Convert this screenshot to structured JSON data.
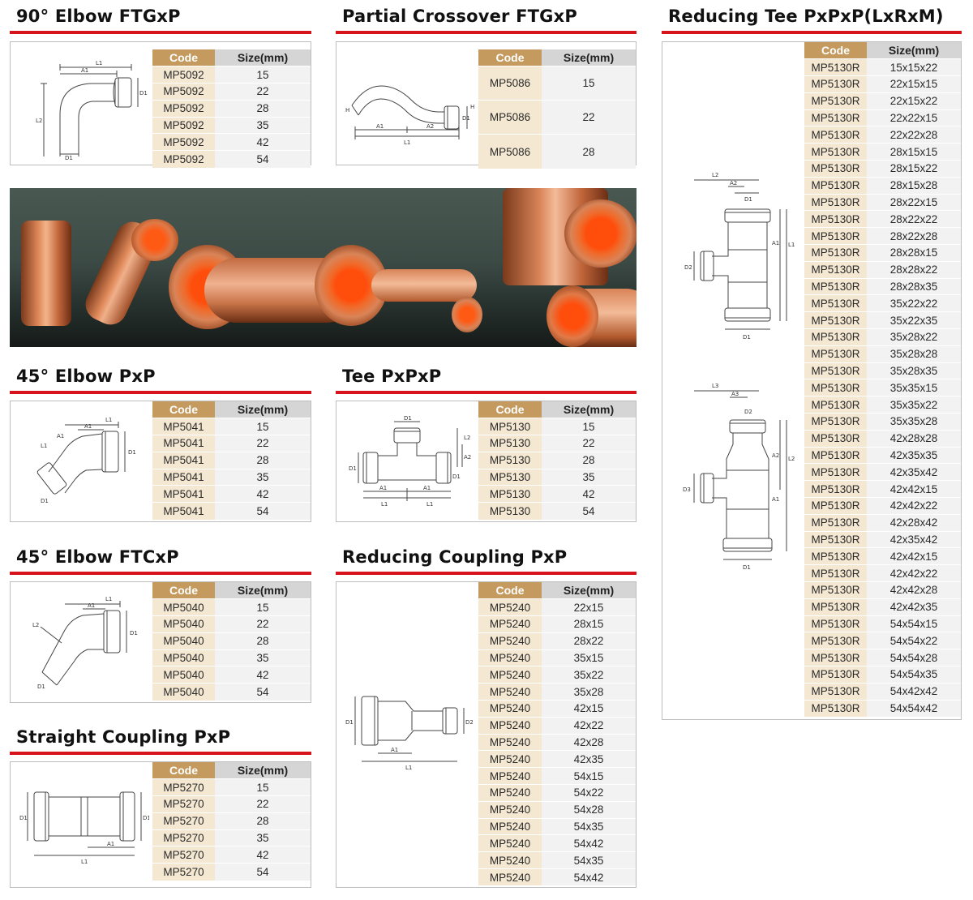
{
  "sections": {
    "elbow90": {
      "title": "90° Elbow FTGxP",
      "headers": {
        "code": "Code",
        "size": "Size(mm)"
      },
      "rows": [
        [
          "MP5092",
          "15"
        ],
        [
          "MP5092",
          "22"
        ],
        [
          "MP5092",
          "28"
        ],
        [
          "MP5092",
          "35"
        ],
        [
          "MP5092",
          "42"
        ],
        [
          "MP5092",
          "54"
        ]
      ]
    },
    "crossover": {
      "title": "Partial Crossover FTGxP",
      "headers": {
        "code": "Code",
        "size": "Size(mm)"
      },
      "rows": [
        [
          "MP5086",
          "15"
        ],
        [
          "MP5086",
          "22"
        ],
        [
          "MP5086",
          "28"
        ]
      ]
    },
    "elbow45pxp": {
      "title": "45° Elbow PxP",
      "headers": {
        "code": "Code",
        "size": "Size(mm)"
      },
      "rows": [
        [
          "MP5041",
          "15"
        ],
        [
          "MP5041",
          "22"
        ],
        [
          "MP5041",
          "28"
        ],
        [
          "MP5041",
          "35"
        ],
        [
          "MP5041",
          "42"
        ],
        [
          "MP5041",
          "54"
        ]
      ]
    },
    "teepxpxp": {
      "title": "Tee PxPxP",
      "headers": {
        "code": "Code",
        "size": "Size(mm)"
      },
      "rows": [
        [
          "MP5130",
          "15"
        ],
        [
          "MP5130",
          "22"
        ],
        [
          "MP5130",
          "28"
        ],
        [
          "MP5130",
          "35"
        ],
        [
          "MP5130",
          "42"
        ],
        [
          "MP5130",
          "54"
        ]
      ]
    },
    "elbow45ftc": {
      "title": "45° Elbow FTCxP",
      "headers": {
        "code": "Code",
        "size": "Size(mm)"
      },
      "rows": [
        [
          "MP5040",
          "15"
        ],
        [
          "MP5040",
          "22"
        ],
        [
          "MP5040",
          "28"
        ],
        [
          "MP5040",
          "35"
        ],
        [
          "MP5040",
          "42"
        ],
        [
          "MP5040",
          "54"
        ]
      ]
    },
    "redcoupling": {
      "title": "Reducing Coupling PxP",
      "headers": {
        "code": "Code",
        "size": "Size(mm)"
      },
      "rows": [
        [
          "MP5240",
          "22x15"
        ],
        [
          "MP5240",
          "28x15"
        ],
        [
          "MP5240",
          "28x22"
        ],
        [
          "MP5240",
          "35x15"
        ],
        [
          "MP5240",
          "35x22"
        ],
        [
          "MP5240",
          "35x28"
        ],
        [
          "MP5240",
          "42x15"
        ],
        [
          "MP5240",
          "42x22"
        ],
        [
          "MP5240",
          "42x28"
        ],
        [
          "MP5240",
          "42x35"
        ],
        [
          "MP5240",
          "54x15"
        ],
        [
          "MP5240",
          "54x22"
        ],
        [
          "MP5240",
          "54x28"
        ],
        [
          "MP5240",
          "54x35"
        ],
        [
          "MP5240",
          "54x42"
        ],
        [
          "MP5240",
          "54x35"
        ],
        [
          "MP5240",
          "54x42"
        ]
      ]
    },
    "straight": {
      "title": "Straight Coupling PxP",
      "headers": {
        "code": "Code",
        "size": "Size(mm)"
      },
      "rows": [
        [
          "MP5270",
          "15"
        ],
        [
          "MP5270",
          "22"
        ],
        [
          "MP5270",
          "28"
        ],
        [
          "MP5270",
          "35"
        ],
        [
          "MP5270",
          "42"
        ],
        [
          "MP5270",
          "54"
        ]
      ]
    },
    "redtee": {
      "title": "Reducing Tee PxPxP(LxRxM)",
      "headers": {
        "code": "Code",
        "size": "Size(mm)"
      },
      "rows": [
        [
          "MP5130R",
          "15x15x22"
        ],
        [
          "MP5130R",
          "22x15x15"
        ],
        [
          "MP5130R",
          "22x15x22"
        ],
        [
          "MP5130R",
          "22x22x15"
        ],
        [
          "MP5130R",
          "22x22x28"
        ],
        [
          "MP5130R",
          "28x15x15"
        ],
        [
          "MP5130R",
          "28x15x22"
        ],
        [
          "MP5130R",
          "28x15x28"
        ],
        [
          "MP5130R",
          "28x22x15"
        ],
        [
          "MP5130R",
          "28x22x22"
        ],
        [
          "MP5130R",
          "28x22x28"
        ],
        [
          "MP5130R",
          "28x28x15"
        ],
        [
          "MP5130R",
          "28x28x22"
        ],
        [
          "MP5130R",
          "28x28x35"
        ],
        [
          "MP5130R",
          "35x22x22"
        ],
        [
          "MP5130R",
          "35x22x35"
        ],
        [
          "MP5130R",
          "35x28x22"
        ],
        [
          "MP5130R",
          "35x28x28"
        ],
        [
          "MP5130R",
          "35x28x35"
        ],
        [
          "MP5130R",
          "35x35x15"
        ],
        [
          "MP5130R",
          "35x35x22"
        ],
        [
          "MP5130R",
          "35x35x28"
        ],
        [
          "MP5130R",
          "42x28x28"
        ],
        [
          "MP5130R",
          "42x35x35"
        ],
        [
          "MP5130R",
          "42x35x42"
        ],
        [
          "MP5130R",
          "42x42x15"
        ],
        [
          "MP5130R",
          "42x42x22"
        ],
        [
          "MP5130R",
          "42x28x42"
        ],
        [
          "MP5130R",
          "42x35x42"
        ],
        [
          "MP5130R",
          "42x42x15"
        ],
        [
          "MP5130R",
          "42x42x22"
        ],
        [
          "MP5130R",
          "42x42x28"
        ],
        [
          "MP5130R",
          "42x42x35"
        ],
        [
          "MP5130R",
          "54x54x15"
        ],
        [
          "MP5130R",
          "54x54x22"
        ],
        [
          "MP5130R",
          "54x54x28"
        ],
        [
          "MP5130R",
          "54x54x35"
        ],
        [
          "MP5130R",
          "54x42x42"
        ],
        [
          "MP5130R",
          "54x54x42"
        ]
      ]
    }
  },
  "diagram_labels": {
    "elbow90": {
      "l1": "L1",
      "a1": "A1",
      "d1": "D1",
      "l2": "L2",
      "d1b": "D1"
    },
    "crossover": {
      "a1": "A1",
      "a2": "A2",
      "l1": "L1",
      "h": "H",
      "d1": "D1",
      "hb": "H"
    },
    "elbow45pxp": {
      "l1": "L1",
      "a1": "A1",
      "l1b": "L1",
      "a1b": "A1",
      "d1": "D1",
      "d1b": "D1"
    },
    "teepxpxp": {
      "d1": "D1",
      "l2": "L2",
      "a2": "A2",
      "d1b": "D1",
      "a1": "A1",
      "a1b": "A1",
      "l1": "L1",
      "l1b": "L1",
      "d1c": "D1"
    },
    "elbow45ftc": {
      "l1": "L1",
      "a1": "A1",
      "l2": "L2",
      "d1": "D1",
      "d1b": "D1"
    },
    "redcoupling": {
      "d1": "D1",
      "d2": "D2",
      "a1": "A1",
      "l1": "L1"
    },
    "straight": {
      "d1": "D1",
      "d1b": "D1",
      "a1": "A1",
      "l1": "L1"
    },
    "redtee": {
      "l2": "L2",
      "a2": "A2",
      "d1": "D1",
      "d2": "D2",
      "a1": "A1",
      "l1": "L1",
      "d1b": "D1",
      "l3": "L3",
      "a3": "A3",
      "d2b": "D2",
      "d3": "D3",
      "a1b": "A1",
      "l2b": "L2",
      "a2b": "A2",
      "d1c": "D1"
    }
  },
  "colors": {
    "accent_red": "#d7141b",
    "code_header": "#c49a5e",
    "size_header": "#d5d5d5",
    "code_cell": "#f5e8d2",
    "size_cell": "#f2f2f2",
    "copper": "#d26d3e"
  }
}
